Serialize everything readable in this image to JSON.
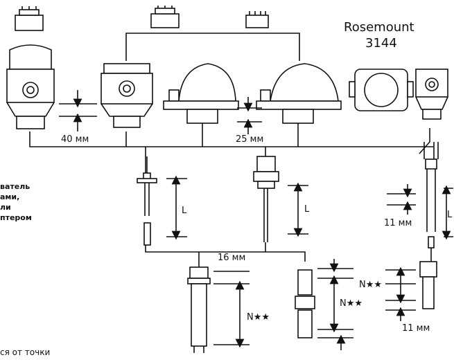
{
  "brand": {
    "name": "Rosemount",
    "model": "3144"
  },
  "dimensions": {
    "gap_40": "40 мм",
    "gap_25": "25 мм",
    "len_l_1": "L",
    "len_l_2": "L",
    "len_l_3": "L",
    "gap_16": "16 мм",
    "gap_11_top": "11 мм",
    "gap_11_bottom": "11 мм",
    "n_1": "N★★",
    "n_2": "N★★",
    "n_3": "N★★"
  },
  "side_note": {
    "lines": [
      "ватель",
      "ами,",
      "ли",
      "птером"
    ]
  },
  "bottom_note": "ся от точки",
  "colors": {
    "stroke": "#111111",
    "fill": "#ffffff",
    "gray": "#cccccc"
  }
}
